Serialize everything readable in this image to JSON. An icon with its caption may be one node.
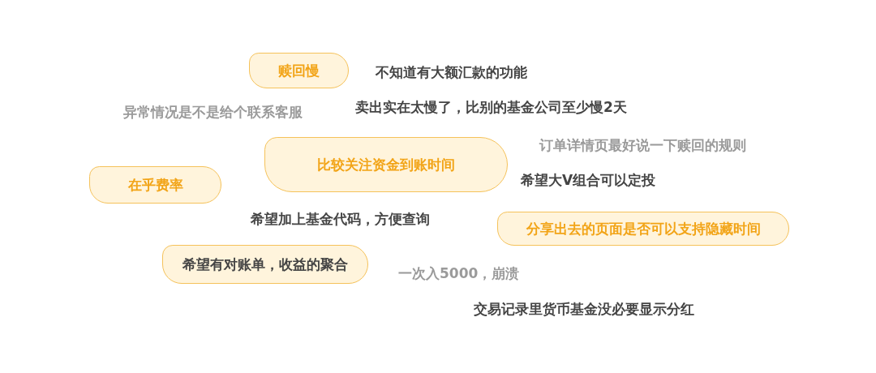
{
  "diagram": {
    "nodes": [
      {
        "text": [
          "赎回慢"
        ]
      },
      {
        "text": [
          "比较关注资金到账时间"
        ]
      },
      {
        "text": [
          "在乎费率"
        ]
      },
      {
        "text": [
          "分享出去的页面是否可以支持隐藏时间"
        ]
      },
      {
        "text": [
          "希望有对账单，收益的聚合"
        ]
      }
    ],
    "labels": [
      "不知道有大额汇款的功能",
      "卖出实在太慢了，比别的基金公司至少慢2天",
      "异常情况是不是给个联系客服",
      "订单详情页最好说一下赎回的规则",
      "希望大V组合可以定投",
      "希望加上基金代码，方便查询",
      "一次入5000，崩溃",
      "交易记录里货币基金没必要显示分红"
    ]
  }
}
